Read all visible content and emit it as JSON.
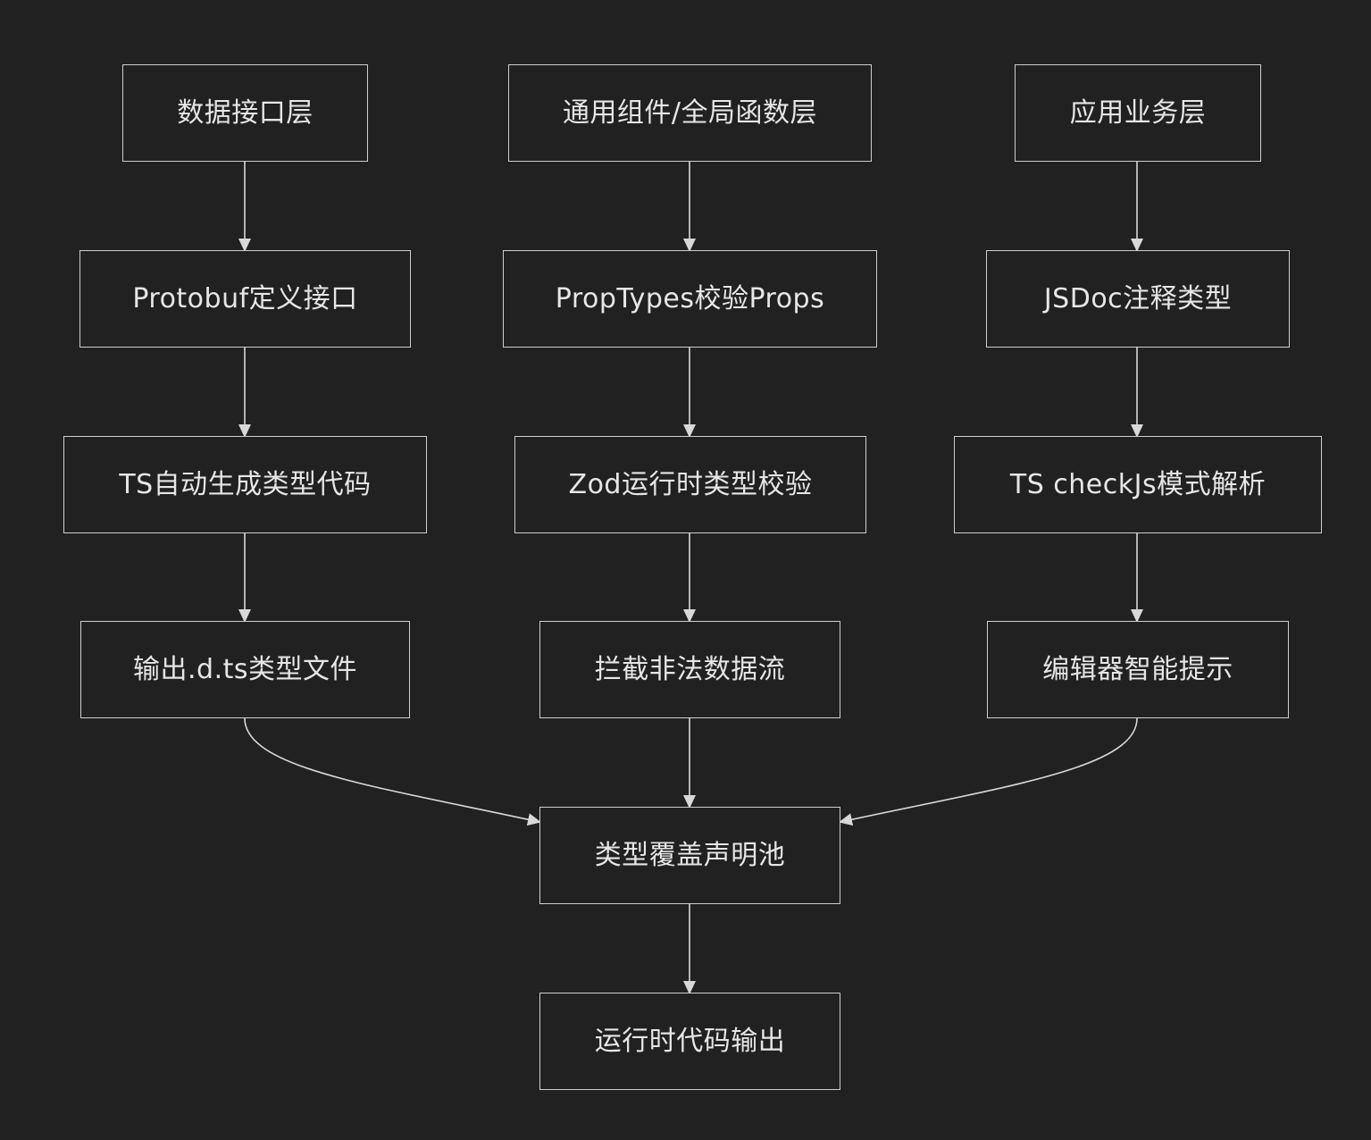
{
  "diagram": {
    "colors": {
      "background": "#212121",
      "node_border": "#cfcfcf",
      "node_text": "#e6e6e6",
      "edge": "#d8d8d8"
    },
    "nodes": {
      "data_interface_layer": "数据接口层",
      "common_components_layer": "通用组件/全局函数层",
      "app_business_layer": "应用业务层",
      "protobuf_define": "Protobuf定义接口",
      "proptypes_check": "PropTypes校验Props",
      "jsdoc_types": "JSDoc注释类型",
      "ts_codegen": "TS自动生成类型代码",
      "zod_runtime_check": "Zod运行时类型校验",
      "ts_checkjs": "TS checkJs模式解析",
      "output_dts": "输出.d.ts类型文件",
      "block_invalid_data": "拦截非法数据流",
      "editor_hints": "编辑器智能提示",
      "type_coverage": "类型覆盖声明池",
      "runtime_output": "运行时代码输出"
    },
    "edges": [
      [
        "data_interface_layer",
        "protobuf_define"
      ],
      [
        "protobuf_define",
        "ts_codegen"
      ],
      [
        "ts_codegen",
        "output_dts"
      ],
      [
        "common_components_layer",
        "proptypes_check"
      ],
      [
        "proptypes_check",
        "zod_runtime_check"
      ],
      [
        "zod_runtime_check",
        "block_invalid_data"
      ],
      [
        "app_business_layer",
        "jsdoc_types"
      ],
      [
        "jsdoc_types",
        "ts_checkjs"
      ],
      [
        "ts_checkjs",
        "editor_hints"
      ],
      [
        "output_dts",
        "type_coverage"
      ],
      [
        "block_invalid_data",
        "type_coverage"
      ],
      [
        "editor_hints",
        "type_coverage"
      ],
      [
        "type_coverage",
        "runtime_output"
      ]
    ]
  }
}
